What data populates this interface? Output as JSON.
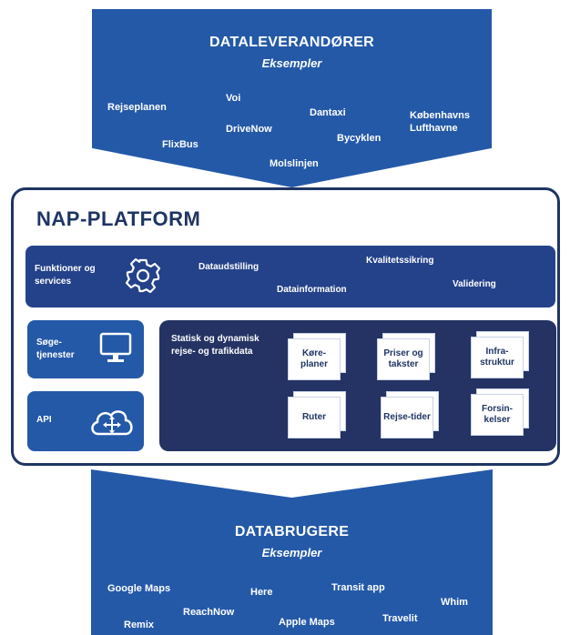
{
  "providers": {
    "title": "DATALEVERANDØRER",
    "subtitle": "Eksempler",
    "examples": [
      "Rejseplanen",
      "Voi",
      "DriveNow",
      "Dantaxi",
      "Københavns Lufthavne",
      "FlixBus",
      "Bycyklen",
      "Molslinjen"
    ]
  },
  "platform": {
    "title": "NAP-PLATFORM",
    "functions": {
      "label": "Funktioner og services",
      "items": [
        "Dataudstilling",
        "Kvalitetssikring",
        "Datainformation",
        "Validering"
      ]
    },
    "search": {
      "label": "Søge-tjenester"
    },
    "api": {
      "label": "API"
    },
    "data": {
      "label": "Statisk og dynamisk rejse- og trafikdata",
      "docs": [
        "Køre-planer",
        "Priser og takster",
        "Infra-struktur",
        "Ruter",
        "Rejse-tider",
        "Forsin-kelser"
      ]
    }
  },
  "users": {
    "title": "DATABRUGERE",
    "subtitle": "Eksempler",
    "examples": [
      "Google Maps",
      "Here",
      "Transit app",
      "Whim",
      "Remix",
      "ReachNow",
      "Apple Maps",
      "Travelit"
    ]
  },
  "colors": {
    "primary": "#2459a8",
    "dark": "#24428a",
    "navy": "#243363"
  }
}
